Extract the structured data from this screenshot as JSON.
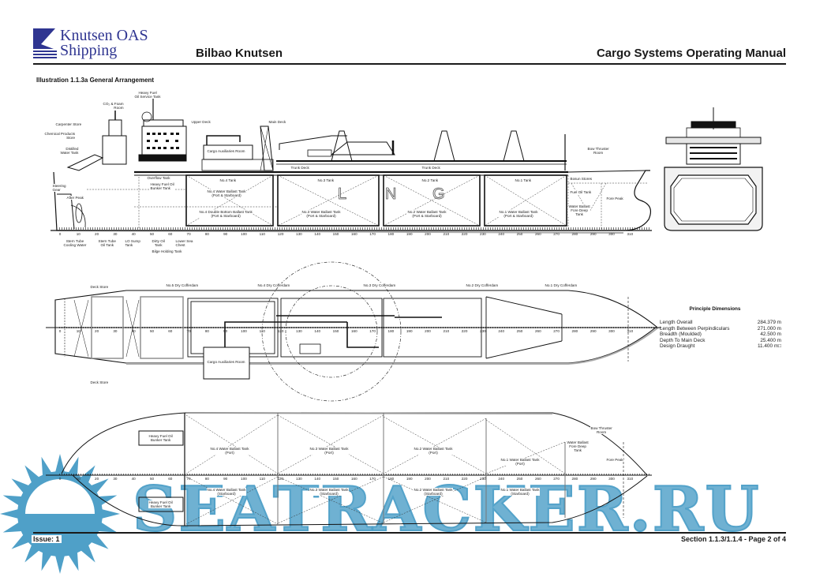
{
  "header": {
    "company_line1": "Knutsen OAS",
    "company_line2": "Shipping",
    "ship_name": "Bilbao Knutsen",
    "manual_title": "Cargo Systems Operating Manual",
    "brand_color": "#2f3591"
  },
  "illustration": {
    "title": "Illustration 1.1.3a General Arrangement"
  },
  "profile_view": {
    "labels": {
      "hfo_service": "Heavy Fuel\nOil Service Tank",
      "co2_foam": "CO₂ & Foam\nRoom",
      "carpenter": "Carpenter Store",
      "chemical": "Chemical Products\nStore",
      "distilled": "Distilled\nWater Tank",
      "steering": "Steering\nGear",
      "after_peak": "After Peak",
      "upper_deck": "Upper Deck",
      "main_deck": "Main Deck",
      "cargo_aux": "Cargo Auxiliaries Room",
      "trunk_deck_1": "Trunk Deck",
      "trunk_deck_2": "Trunk Deck",
      "overflow": "Overflow Tank",
      "hfo_bunker": "Heavy Fuel Oil\nBunker Tank",
      "no4_tank": "No.4 Tank",
      "no4_wb": "No.4 Water Ballast Tank\n(Port & Starboard)",
      "no4_db": "No.4 Double Bottom Ballast Tank\n(Port & Starboard)",
      "no3_tank": "No.3 Tank",
      "no3_wb": "No.3 Water Ballast Tank\n(Port & Starboard)",
      "no2_tank": "No.2 Tank",
      "no2_wb": "No.2 Water Ballast Tank\n(Port & Starboard)",
      "no1_tank": "No.1 Tank",
      "no1_wb": "No.1 Water Ballast Tank\n(Port & Starboard)",
      "bow_thruster": "Bow Thruster\nRoom",
      "bosun": "Bosun Stores",
      "fuel_oil": "Fuel Oil Tank",
      "wb_fore_deep": "Water Ballast\nFore Deep\nTank",
      "fore_peak": "Fore Peak",
      "stern_tube_cw": "Stern Tube\nCooling Water",
      "stern_tube_oil": "Stern Tube\nOil Tank",
      "lo_sump": "LO Sump\nTank",
      "dirty_oil": "Dirty Oil\nTank",
      "lower_sea": "Lower Sea\nChest",
      "bilge": "Bilge Holding Tank"
    },
    "hull_letters": [
      "L",
      "N",
      "G"
    ],
    "frame_ticks": [
      "0",
      "10",
      "20",
      "30",
      "40",
      "50",
      "60",
      "70",
      "80",
      "90",
      "100",
      "110",
      "120",
      "130",
      "140",
      "150",
      "160",
      "170",
      "180",
      "190",
      "200",
      "210",
      "220",
      "230",
      "240",
      "250",
      "260",
      "270",
      "280",
      "290",
      "300",
      "310"
    ]
  },
  "plan_view": {
    "labels": {
      "deck_store_top": "Deck Store",
      "deck_store_bottom": "Deck Store",
      "no5_coff": "No.5 Dry Cofferdam",
      "no4_coff": "No.4 Dry Cofferdam",
      "no3_coff": "No.3 Dry Cofferdam",
      "no2_coff": "No.2 Dry Cofferdam",
      "no1_coff": "No.1 Dry Cofferdam",
      "cargo_aux": "Cargo Auxiliaries Room"
    }
  },
  "principal_dimensions": {
    "title": "Principle Dimensions",
    "rows": [
      {
        "label": "Length Overall",
        "value": "284.379 m"
      },
      {
        "label": "Length Between Perpindiculars",
        "value": "271.000 m"
      },
      {
        "label": "Breadth (Moulded)",
        "value": "42.500 m"
      },
      {
        "label": "Depth To Main Deck",
        "value": "25.400 m"
      },
      {
        "label": "Design Draught",
        "value": "11.400 m□"
      }
    ]
  },
  "tank_top_view": {
    "labels": {
      "hfo_port": "Heavy Fuel Oil\nBunker Tank",
      "hfo_stbd": "Heavy Fuel Oil\nBunker Tank",
      "no4_port": "No.4 Water Ballast Tank\n(Port)",
      "no3_port": "No.3 Water Ballast Tank\n(Port)",
      "no2_port": "No.2 Water Ballast Tank\n(Port)",
      "no1_port": "No.1 Water Ballast Tank\n(Port)",
      "no4_stbd": "No.4 Water Ballast Tank\n(Starboard)",
      "no3_stbd": "No.3 Water Ballast Tank\n(Starboard)",
      "no2_stbd": "No.2 Water Ballast Tank\n(Starboard)",
      "no1_stbd": "No.1 Water Ballast Tank\n(Starboard)",
      "wb_fore_deep": "Water Ballast\nFore Deep\nTank",
      "bow_thruster": "Bow Thruster\nRoom",
      "fore_peak": "Fore Peak"
    }
  },
  "footer": {
    "issue": "Issue: 1",
    "section": "Section 1.1.3/1.1.4  -  Page 2 of 4"
  },
  "watermark": {
    "text": "SEATRACKER.RU",
    "color": "#4fa0c8"
  }
}
